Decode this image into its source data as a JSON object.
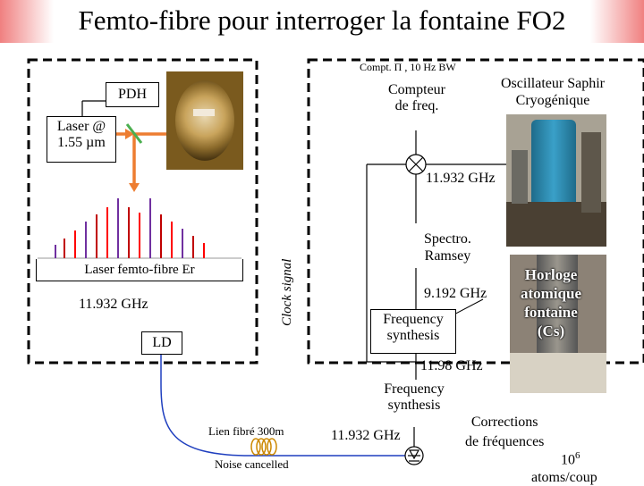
{
  "title": "Femto-fibre pour interroger la fontaine FO2",
  "left_block": {
    "pdh": "PDH",
    "laser": [
      "Laser @",
      "1.55 µm"
    ],
    "femto_laser": "Laser femto-fibre Er",
    "freq": "11.932 GHz",
    "ld": "LD"
  },
  "fiber": {
    "link": "Lien fibré 300m",
    "noise": "Noise cancelled"
  },
  "right_block": {
    "compt": "Compt. Π , 10 Hz BW",
    "counter": [
      "Compteur",
      "de freq."
    ],
    "oscillator": [
      "Oscillateur Saphir",
      "Cryogénique"
    ],
    "mix_freq": "11.932 GHz",
    "clock_signal": "Clock signal",
    "spectro": [
      "Spectro.",
      "Ramsey"
    ],
    "cs_freq": "9.192 GHz",
    "synth1": [
      "Frequency",
      "synthesis"
    ],
    "freq_1198": "11.98 GHz",
    "synth2": [
      "Frequency",
      "synthesis"
    ],
    "freq_bottom": "11.932 GHz",
    "horloge": [
      "Horloge",
      "atomique",
      "fontaine",
      "(Cs)"
    ],
    "corrections": [
      "Corrections",
      "de fréquences"
    ],
    "atoms_exp": "6",
    "atoms_base": "10",
    "atoms_text": "atoms/coup"
  },
  "colors": {
    "orange_arrow": "#ed7d31",
    "fiber_blue": "#1f3fbf",
    "box_border": "#000000",
    "dashed_border": "#000000",
    "title_gradient": "#f08080",
    "horloge_text": "#ffffff"
  }
}
